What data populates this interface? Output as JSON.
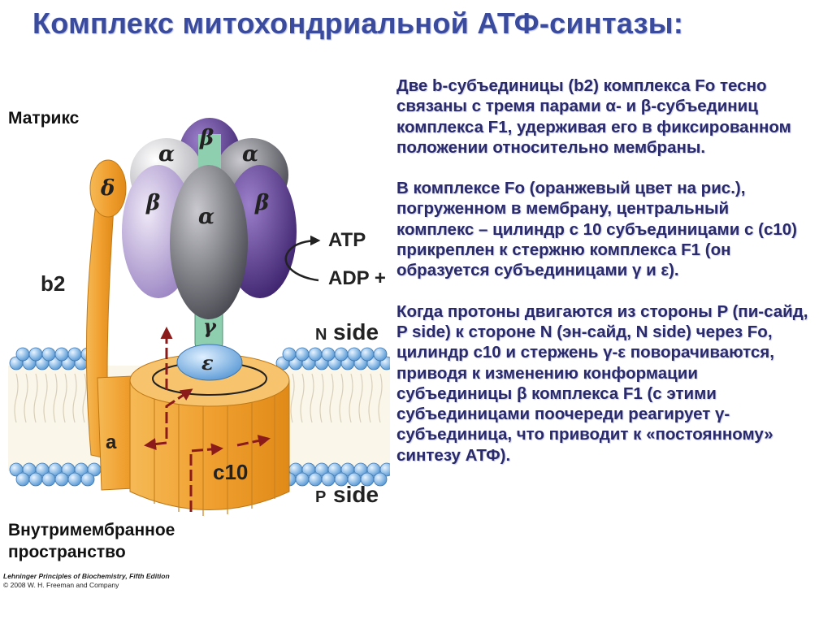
{
  "title": "Комплекс митохондриальной АТФ-синтазы:",
  "labels": {
    "matrix": "Матрикс",
    "intermembrane_line1": "Внутримембранное",
    "intermembrane_line2": "пространство",
    "n_side": "side",
    "n_letter": "N",
    "p_side": "side",
    "p_letter": "P",
    "atp": "ATP",
    "adp": "ADP +",
    "b2": "b2",
    "a": "a",
    "c10": "c10",
    "delta": "δ",
    "alpha": "α",
    "beta": "β",
    "gamma": "γ",
    "epsilon": "ε"
  },
  "credit": {
    "line1": "Lehninger Principles of Biochemistry, Fifth Edition",
    "line2": "© 2008 W. H. Freeman and Company"
  },
  "paragraphs": {
    "p1": "Две b-субъединицы (b2) комплекса Fo тесно связаны с тремя парами α- и β-субъединиц комплекса F1, удерживая его в фиксированном положении относительно мембраны.",
    "p2": "В комплексе Fo (оранжевый цвет на рис.), погруженном в мембрану, центральный комплекс – цилиндр с 10 субъединицами c (c10) прикреплен к стержню комплекса F1 (он образуется субъединицами γ и ε).",
    "p3": "Когда протоны двигаются из стороны P (пи-сайд, P side) к стороне N (эн-сайд, N side) через Fo, цилиндр c10 и стержень γ-ε поворачиваются, приводя к изменению конформации субъединицы β комплекса F1 (с этими субъединицами поочереди реагирует γ-субъединица, что приводит к «постоянному» синтезу АТФ)."
  },
  "colors": {
    "title": "#3a4a9c",
    "text": "#2a2a6a",
    "orange": "#f2a93b",
    "purple_dark": "#5b3f8c",
    "purple_light": "#b9a8d6",
    "gray": "#6a6a72",
    "membrane_head": "#7fb6e4",
    "arrow": "#8b1a1a"
  }
}
